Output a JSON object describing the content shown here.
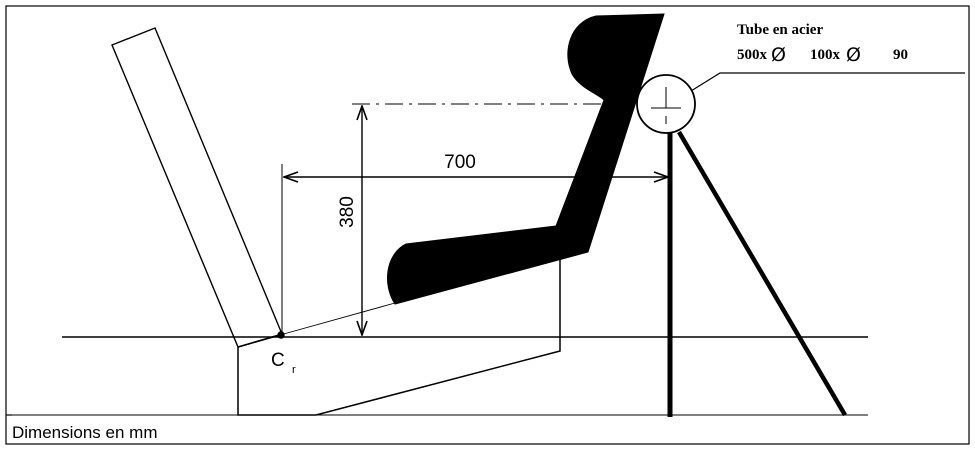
{
  "tube_label": {
    "title": "Tube en acier",
    "dim1": "500x",
    "dim2": "100x",
    "dim3": "90",
    "diameter_symbol": "Ø"
  },
  "dimensions": {
    "horizontal": "700",
    "vertical": "380"
  },
  "reference_point": {
    "letter": "C",
    "subscript": "r"
  },
  "caption": "Dimensions en mm"
}
